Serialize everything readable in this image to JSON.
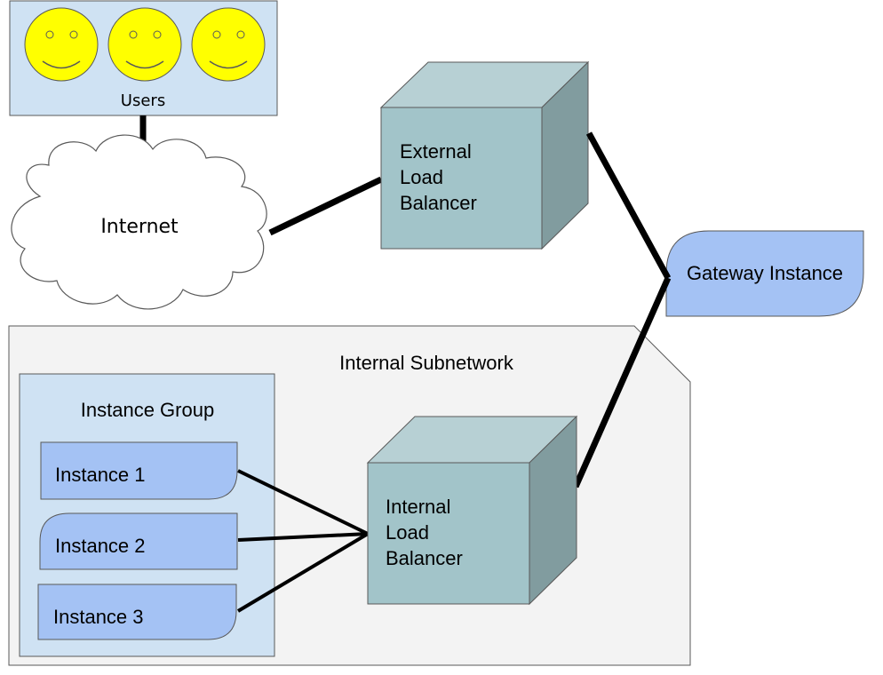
{
  "users": {
    "label": "Users",
    "count": 3
  },
  "internet": {
    "label": "Internet"
  },
  "external_lb": {
    "lines": [
      "External",
      "Load",
      "Balancer"
    ]
  },
  "internal_lb": {
    "lines": [
      "Internal",
      "Load",
      "Balancer"
    ]
  },
  "gateway": {
    "label": "Gateway Instance"
  },
  "subnetwork": {
    "label": "Internal Subnetwork"
  },
  "instance_group": {
    "label": "Instance Group",
    "instances": [
      "Instance 1",
      "Instance 2",
      "Instance 3"
    ]
  },
  "colors": {
    "users_box": "#cfe2f3",
    "smiley": "#ffff00",
    "cube_front": "#a2c4c9",
    "cube_top": "#b7d0d4",
    "cube_side": "#819c9f",
    "gateway": "#a4c2f4",
    "subnet": "#f3f3f3",
    "group": "#cfe2f3",
    "instance": "#a4c2f4"
  }
}
